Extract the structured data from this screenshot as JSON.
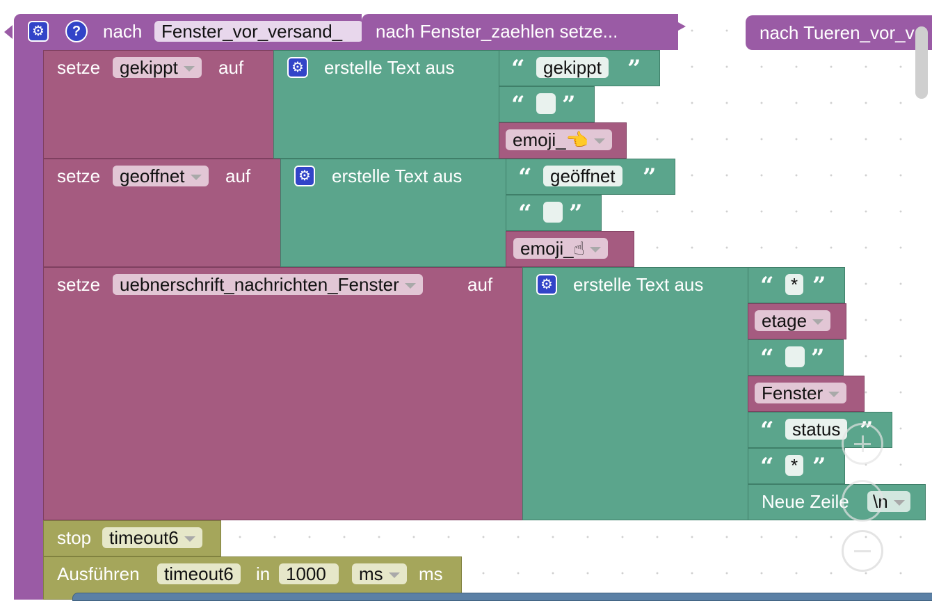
{
  "hat": {
    "prefix": "nach",
    "param": "Fenster_vor_versand_",
    "collapsed_label": "nach Fenster_zaehlen  setze...",
    "right_label": "nach Tueren_vor_v"
  },
  "labels": {
    "setze": "setze",
    "auf": "auf",
    "erstelle_text": "erstelle Text aus"
  },
  "rows": [
    {
      "variable": "gekippt",
      "items": [
        {
          "kind": "text",
          "value": "gekippt"
        },
        {
          "kind": "text",
          "value": ""
        },
        {
          "kind": "var",
          "value": "emoji_👈"
        }
      ]
    },
    {
      "variable": "geoffnet",
      "items": [
        {
          "kind": "text",
          "value": "geöffnet"
        },
        {
          "kind": "text",
          "value": ""
        },
        {
          "kind": "var",
          "value": "emoji_☝"
        }
      ]
    },
    {
      "variable": "uebnerschrift_nachrichten_Fenster",
      "items": [
        {
          "kind": "text",
          "value": "*"
        },
        {
          "kind": "var",
          "value": "etage"
        },
        {
          "kind": "text",
          "value": ""
        },
        {
          "kind": "var",
          "value": "Fenster"
        },
        {
          "kind": "text",
          "value": "status"
        },
        {
          "kind": "text",
          "value": "*"
        },
        {
          "kind": "newline",
          "label": "Neue Zeile",
          "value": "\\n"
        }
      ]
    }
  ],
  "stop": {
    "label": "stop",
    "timer": "timeout6"
  },
  "run": {
    "label": "Ausführen",
    "timer": "timeout6",
    "in": "in",
    "delay": "1000",
    "unit": "ms",
    "suffix": "ms"
  },
  "quote_open": "“",
  "quote_close": "”",
  "icons": {
    "gear": "gear-icon",
    "help": "help-icon",
    "zoom_in": "zoom-in-icon",
    "zoom_reset": "zoom-reset-icon",
    "zoom_out": "zoom-out-icon"
  },
  "colors": {
    "event_block": "#9a5ba5",
    "variable_block": "#a55b80",
    "text_block": "#5ba58c",
    "timer_block": "#a5a65b",
    "gear_icon": "#3244c8"
  }
}
